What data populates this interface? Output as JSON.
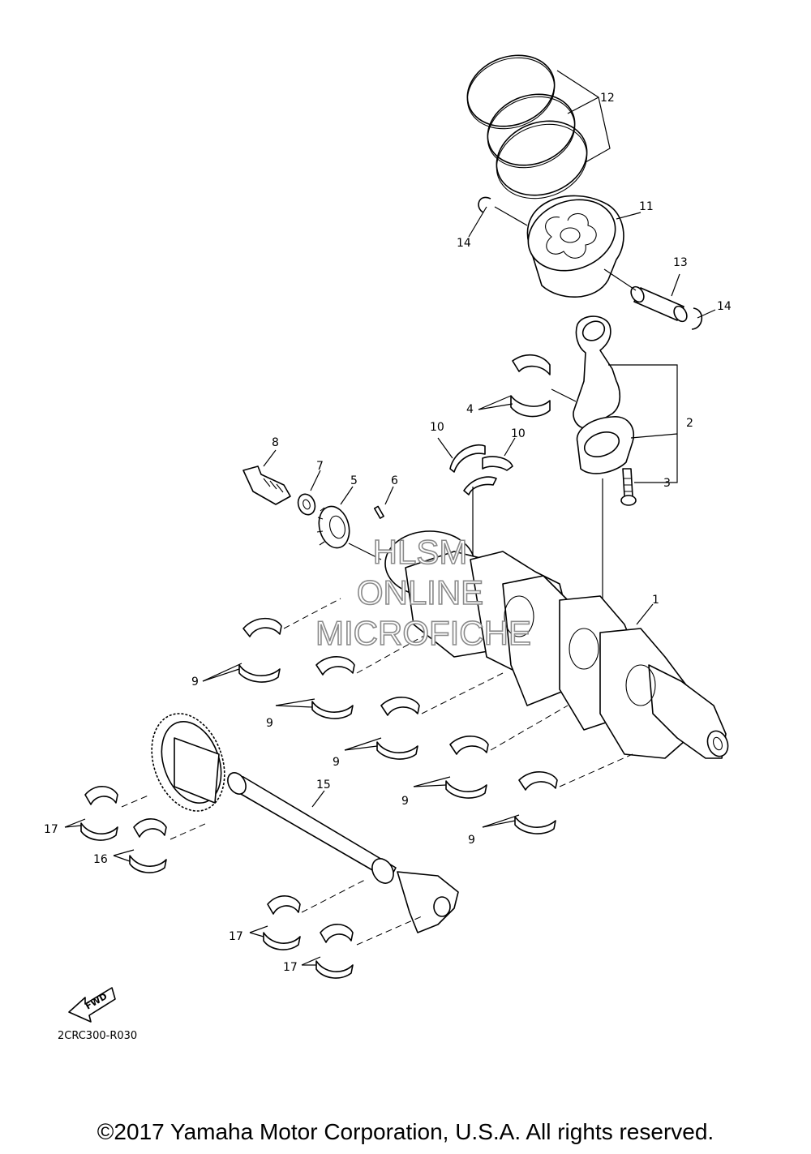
{
  "diagram": {
    "code": "2CRC300-R030",
    "copyright": "©2017 Yamaha Motor Corporation, U.S.A. All rights reserved.",
    "fwd_arrow_label": "FWD",
    "watermark": [
      "HLSM",
      "ONLINE",
      "MICROFICHE"
    ],
    "callouts": {
      "c1": "1",
      "c2": "2",
      "c3": "3",
      "c4": "4",
      "c5": "5",
      "c6": "6",
      "c7": "7",
      "c8": "8",
      "c9": "9",
      "c10": "10",
      "c11": "11",
      "c12": "12",
      "c13": "13",
      "c14": "14",
      "c15": "15",
      "c16": "16",
      "c17": "17"
    }
  }
}
